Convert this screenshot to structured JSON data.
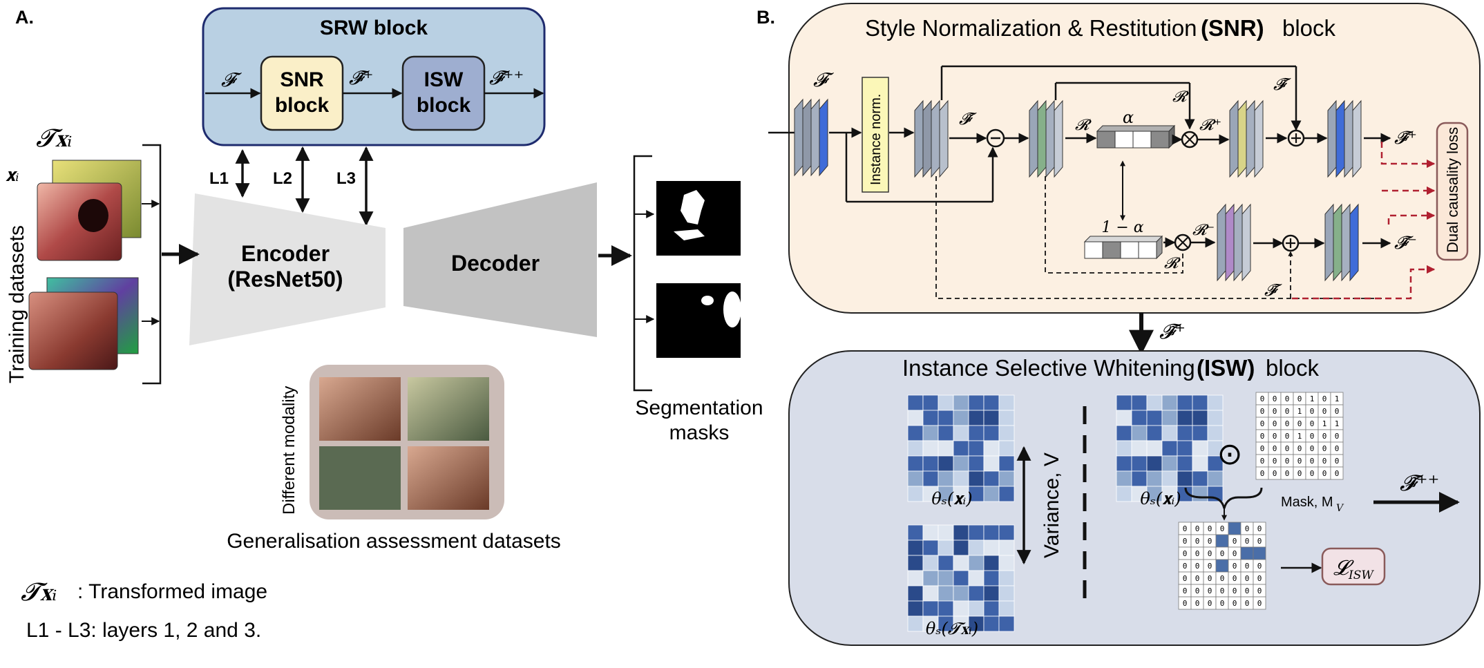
{
  "panel_a": {
    "letter": "A.",
    "srw": {
      "title": "SRW block",
      "snr_line1": "SNR",
      "snr_line2": "block",
      "isw_line1": "ISW",
      "isw_line2": "block",
      "f_in": "𝓕",
      "f_plus": "𝓕̃⁺",
      "f_pp": "𝓕̃⁺⁺"
    },
    "layers": [
      "L1",
      "L2",
      "L3"
    ],
    "encoder_line1": "Encoder",
    "encoder_line2": "(ResNet50)",
    "decoder": "Decoder",
    "txi": "𝓣𝐱ᵢ",
    "xi": "𝐱ᵢ",
    "training_label": "Training datasets",
    "gen_side_label": "Different modality",
    "gen_label": "Generalisation assessment datasets",
    "seg_line1": "Segmentation",
    "seg_line2": "masks",
    "legend_sym": "𝓣𝐱ᵢ",
    "legend1": ": Transformed image",
    "legend2": "L1 - L3: layers 1, 2 and 3."
  },
  "panel_b": {
    "letter": "B.",
    "snr_title_a": "Style Normalization & Restitution ",
    "snr_title_b": "(SNR)",
    "snr_title_c": " block",
    "instance_norm": "Instance norm.",
    "f": "𝓕",
    "f_tilde": "𝓕̃",
    "r": "𝓡",
    "r_plus": "𝓡⁺",
    "r_minus": "𝓡⁻",
    "alpha": "α",
    "one_minus_alpha": "1 − α",
    "f_plus": "𝓕̃⁺",
    "f_minus": "𝓕̃⁻",
    "dual_loss": "Dual causality loss",
    "between": "𝓕̃⁺",
    "isw_title_a": "Instance Selective Whitening ",
    "isw_title_b": "(ISW)",
    "isw_title_c": " block",
    "theta_xi": "θₛ(𝐱ᵢ)",
    "theta_txi": "θₛ(𝓣𝐱ᵢ)",
    "variance": "Variance, V",
    "mask_label": "Mask, M",
    "mask_sub": "V",
    "odot": "⊙",
    "loss": "𝓛",
    "loss_sub": "ISW",
    "out": "𝓕̃⁺⁺",
    "mask_rows": [
      "0 0 0 0 1 0 1",
      "0 0 0 1 0 0 0",
      "0 0 0 0 0 1 1",
      "0 0 0 1 0 0 0",
      "0 0 0 0 0 0 0",
      "0 0 0 0 0 0 0",
      "0 0 0 0 0 0 0"
    ],
    "result_rows": [
      "0 0 0 0 ■ 0 0",
      "0 0 0 ■ 0 0 0",
      "0 0 0 0 0 ■ ■",
      "0 0 0 ■ 0 0 0",
      "0 0 0 0 0 0 0",
      "0 0 0 0 0 0 0",
      "0 0 0 0 0 0 0"
    ]
  }
}
